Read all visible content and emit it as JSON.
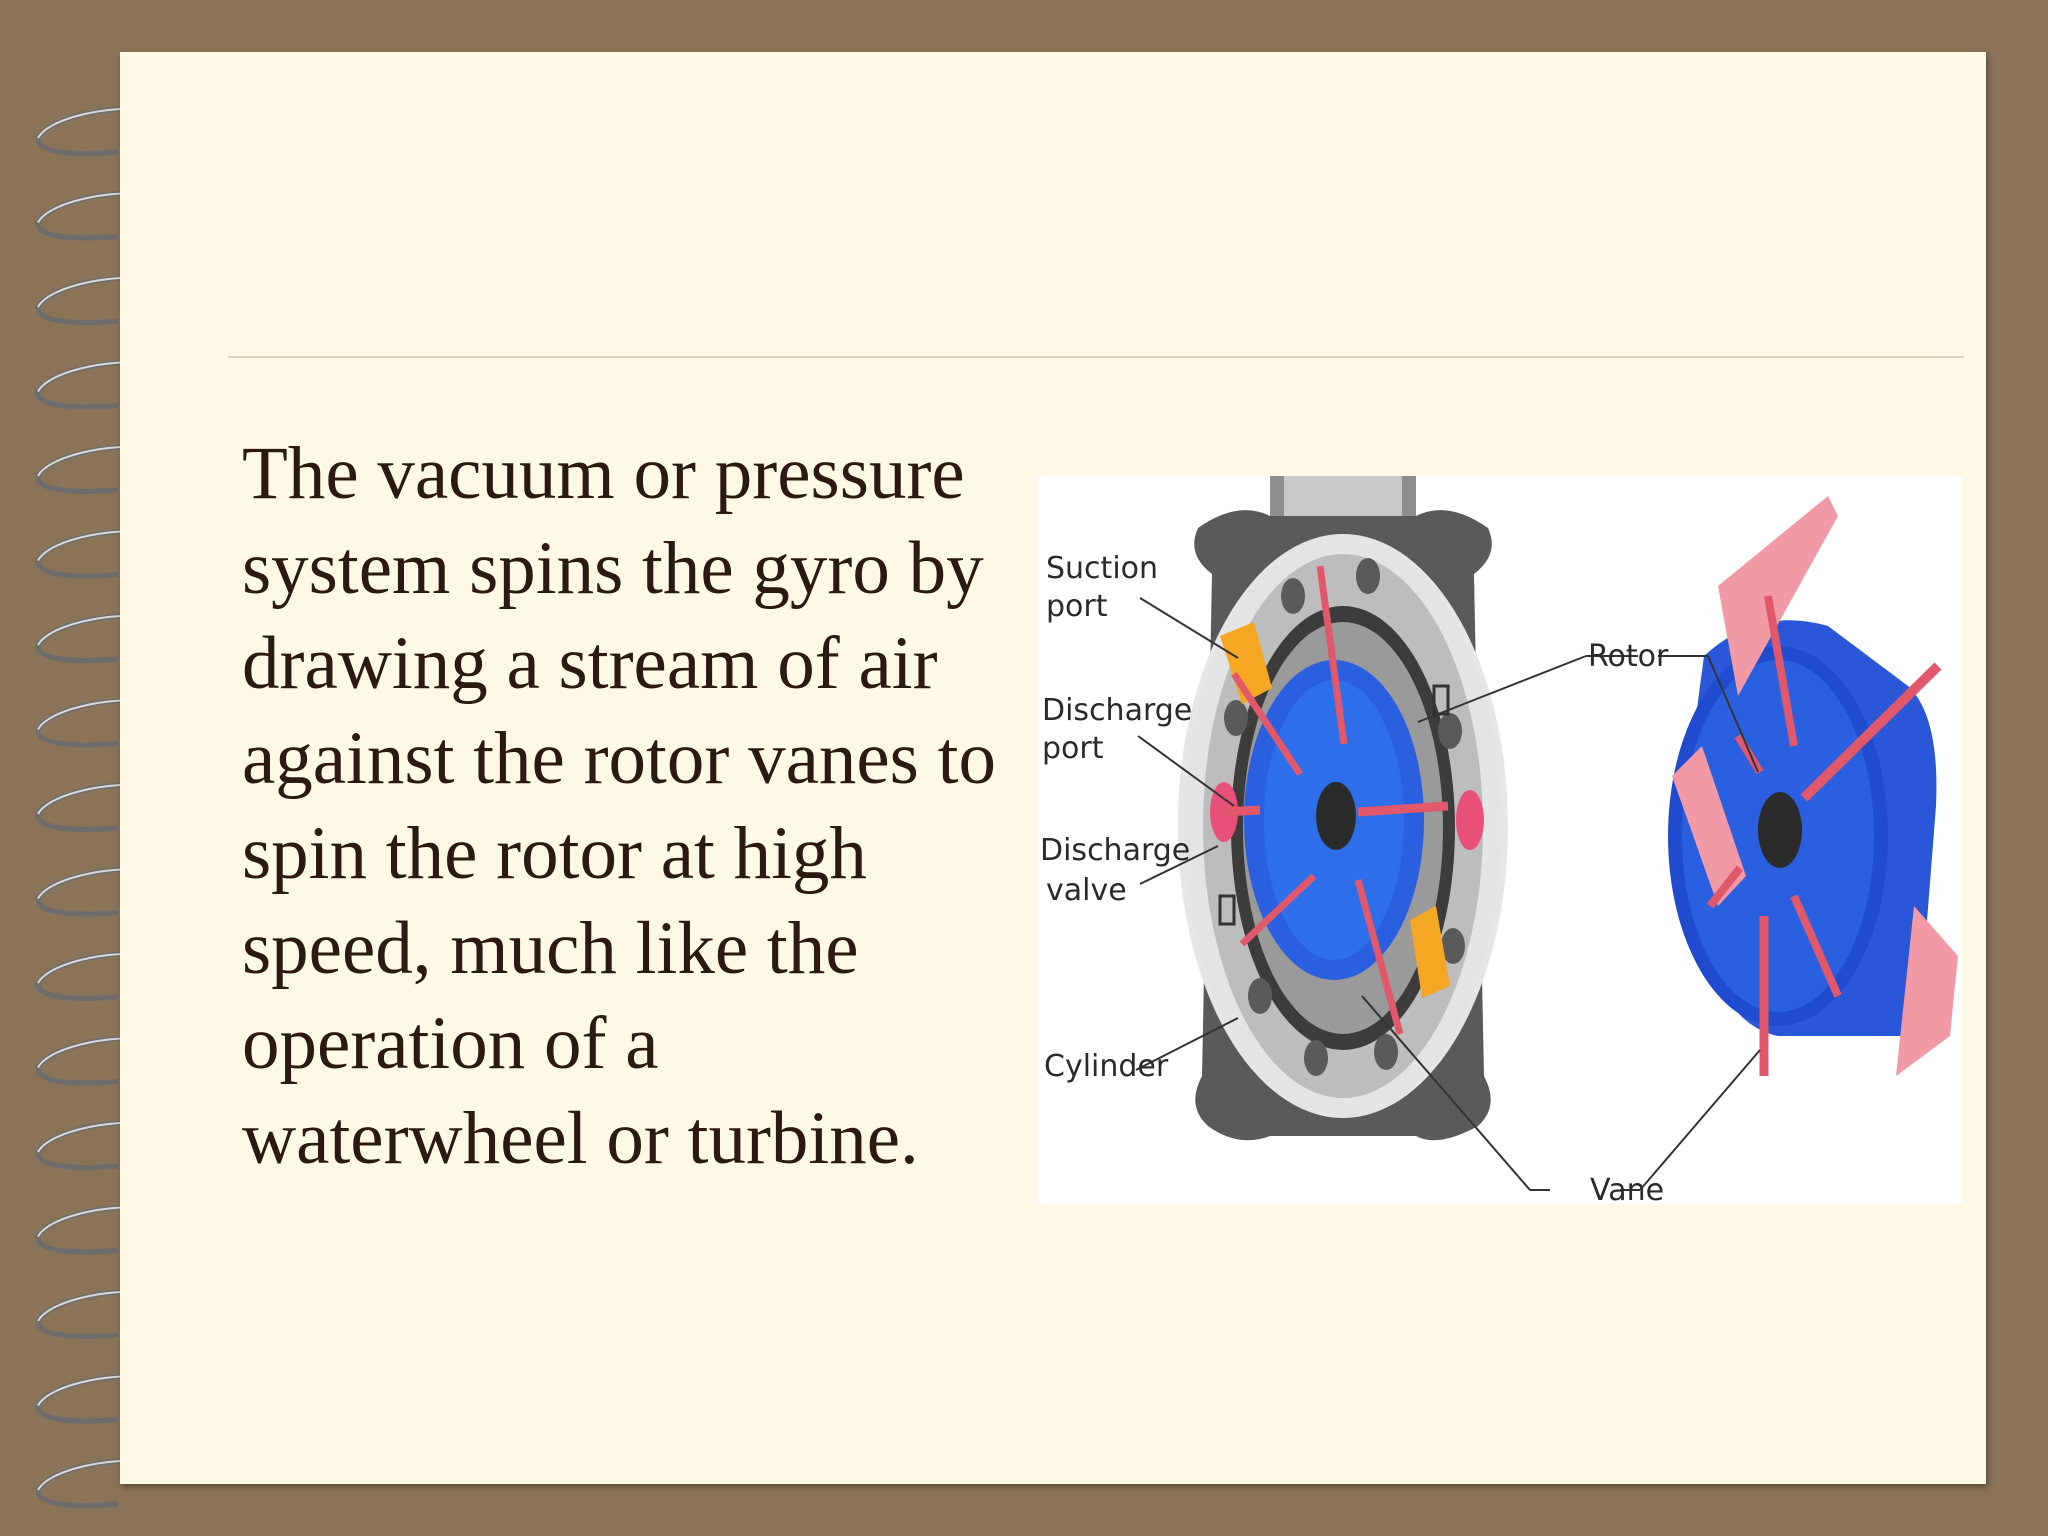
{
  "slide": {
    "body": "The vacuum or pressure\nsystem spins the gyro by\ndrawing a stream of air\nagainst the rotor vanes to\nspin the rotor at high\nspeed, much like the\noperation of a\nwaterwheel or turbine."
  },
  "diagram": {
    "labels": {
      "suction": "Suction",
      "suction_2": "port",
      "discharge_port": "Discharge",
      "discharge_port_2": "port",
      "discharge_valve": "Discharge",
      "discharge_valve_2": "valve",
      "cylinder": "Cylinder",
      "rotor": "Rotor",
      "vane": "Vane"
    }
  },
  "colors": {
    "page": "#fdf9e6",
    "frame": "#8b7358",
    "text": "#2a1a0f",
    "rotor_blue": "#2a5fe0",
    "vane_red": "#e0586a",
    "port_orange": "#f5a623"
  }
}
